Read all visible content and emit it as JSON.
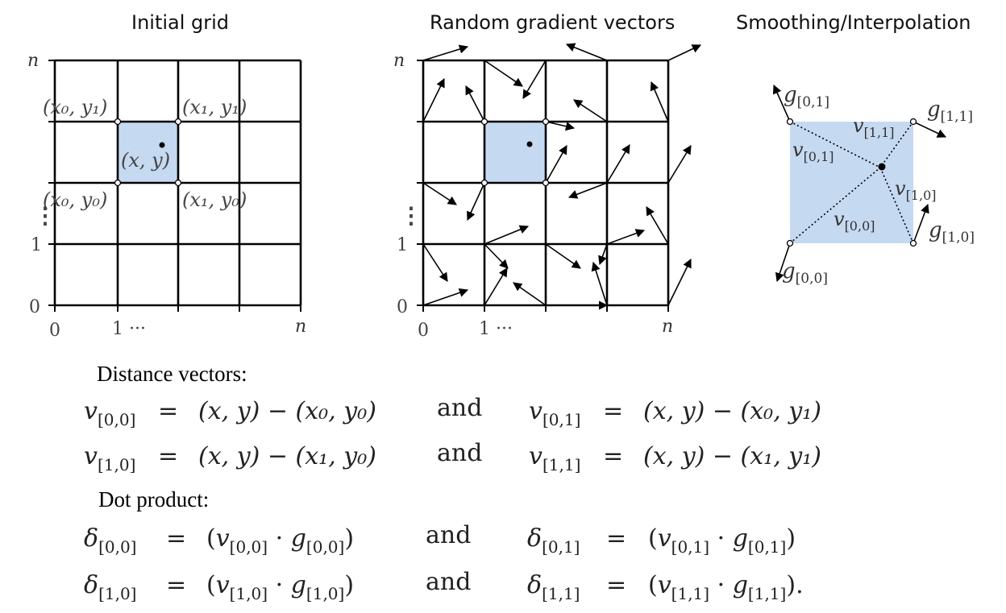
{
  "titles": {
    "initial_grid": "Initial grid",
    "gradients": "Random gradient vectors",
    "smoothing": "Smoothing/Interpolation"
  },
  "axis": {
    "n": "n",
    "zero": "0",
    "one": "1",
    "one_dots": "1 ···",
    "vdots": "⋮"
  },
  "grid1_labels": {
    "x0y1": "(x₀, y₁)",
    "x1y1": "(x₁, y₁)",
    "xy": "(x, y)",
    "x0y0": "(x₀, y₀)",
    "x1y0": "(x₁, y₀)"
  },
  "smoothing_labels": {
    "g01": "g",
    "g01_sub": "[0,1]",
    "g11": "g",
    "g11_sub": "[1,1]",
    "g10": "g",
    "g10_sub": "[1,0]",
    "g00": "g",
    "g00_sub": "[0,0]",
    "v11": "v",
    "v11_sub": "[1,1]",
    "v01": "v",
    "v01_sub": "[0,1]",
    "v10": "v",
    "v10_sub": "[1,0]",
    "v00": "v",
    "v00_sub": "[0,0]"
  },
  "sections": {
    "distance": "Distance vectors:",
    "dot": "Dot product:"
  },
  "equations": {
    "and": "and",
    "eq": "=",
    "distance": [
      {
        "lhs": "v",
        "lhs_sub": "[0,0]",
        "rhs": "(x, y) − (x₀, y₀)",
        "lhs2": "v",
        "lhs2_sub": "[0,1]",
        "rhs2": "(x, y) − (x₀, y₁)",
        "end": ""
      },
      {
        "lhs": "v",
        "lhs_sub": "[1,0]",
        "rhs": "(x, y) − (x₁, y₀)",
        "lhs2": "v",
        "lhs2_sub": "[1,1]",
        "rhs2": "(x, y) − (x₁, y₁)",
        "end": ""
      }
    ],
    "dot": [
      {
        "lhs": "δ",
        "lhs_sub": "[0,0]",
        "a": "v",
        "a_sub": "[0,0]",
        "b": "g",
        "b_sub": "[0,0]",
        "lhs2": "δ",
        "lhs2_sub": "[0,1]",
        "a2": "v",
        "a2_sub": "[0,1]",
        "b2": "g",
        "b2_sub": "[0,1]",
        "end": ""
      },
      {
        "lhs": "δ",
        "lhs_sub": "[1,0]",
        "a": "v",
        "a_sub": "[1,0]",
        "b": "g",
        "b_sub": "[1,0]",
        "lhs2": "δ",
        "lhs2_sub": "[1,1]",
        "a2": "v",
        "a2_sub": "[1,1]",
        "b2": "g",
        "b2_sub": "[1,1]",
        "end": "."
      }
    ]
  },
  "colors": {
    "cell_fill": "#c5d9f1",
    "line": "#000000"
  }
}
